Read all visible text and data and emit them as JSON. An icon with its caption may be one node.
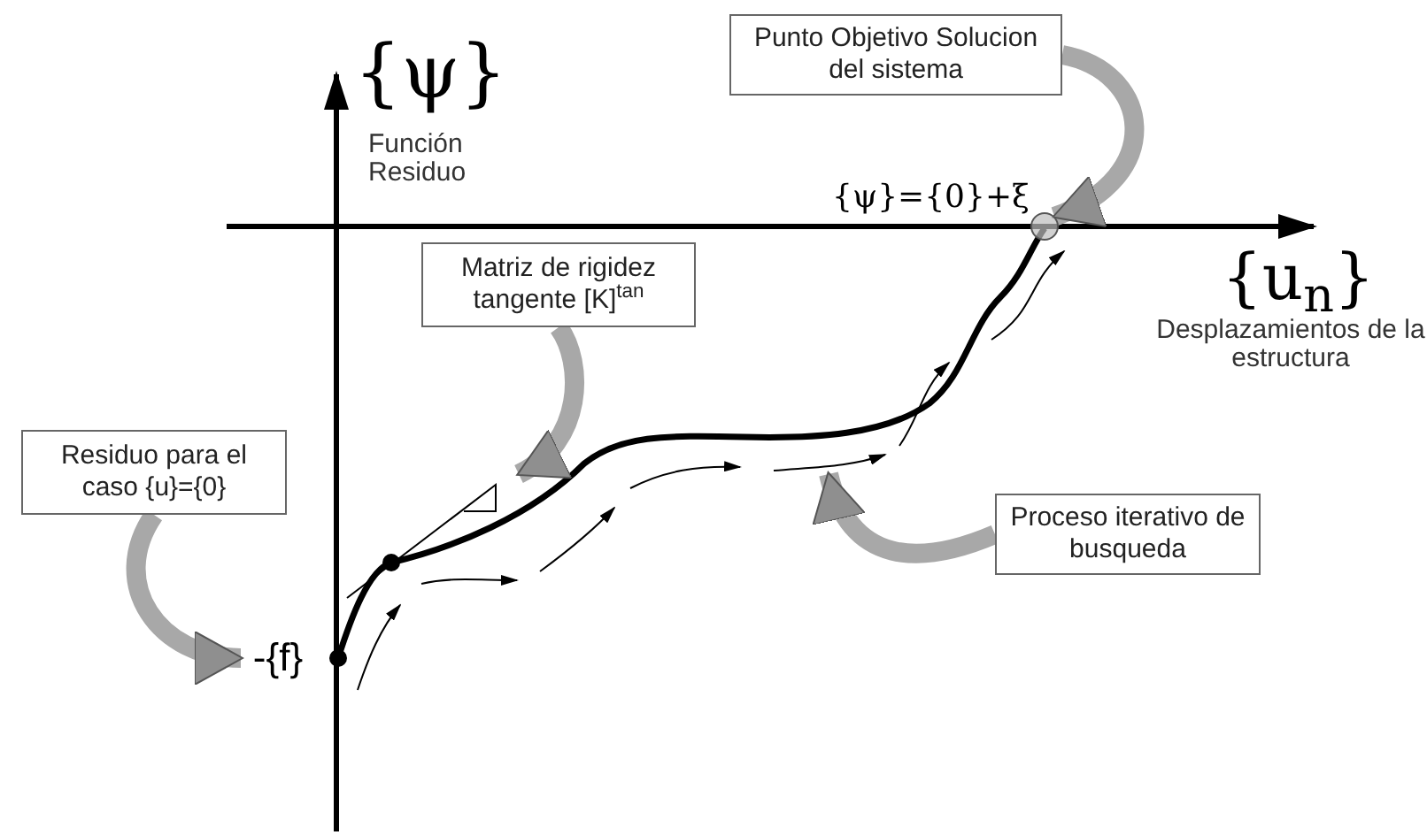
{
  "diagram": {
    "nodes": [
      {
        "text": [
          "Punto Objetivo Solucion del sistema"
        ]
      },
      {
        "text": [
          "Matriz de rigidez tangente [K]$^{tan}$"
        ]
      },
      {
        "text": [
          "Residuo para el caso {u}={0}"
        ]
      },
      {
        "text": [
          "Proceso iterativo de busqueda"
        ]
      },
      {
        "text": [
          "-{f}"
        ]
      },
      {
        "text": [],
        "shape": "circle"
      }
    ],
    "edges": [
      {
        "from": 0,
        "to": 5,
        "arrow": "to"
      },
      {
        "from": 1,
        "to": null,
        "arrow": "to"
      },
      {
        "from": 2,
        "to": 4,
        "arrow": "to"
      },
      {
        "from": 3,
        "to": null,
        "arrow": "to"
      }
    ],
    "labels": [
      "{ψ}",
      "Función Residuo",
      "{ψ}={0}+ξ",
      "{u$_{n}$}",
      "Desplazamientos de la estructura"
    ]
  }
}
